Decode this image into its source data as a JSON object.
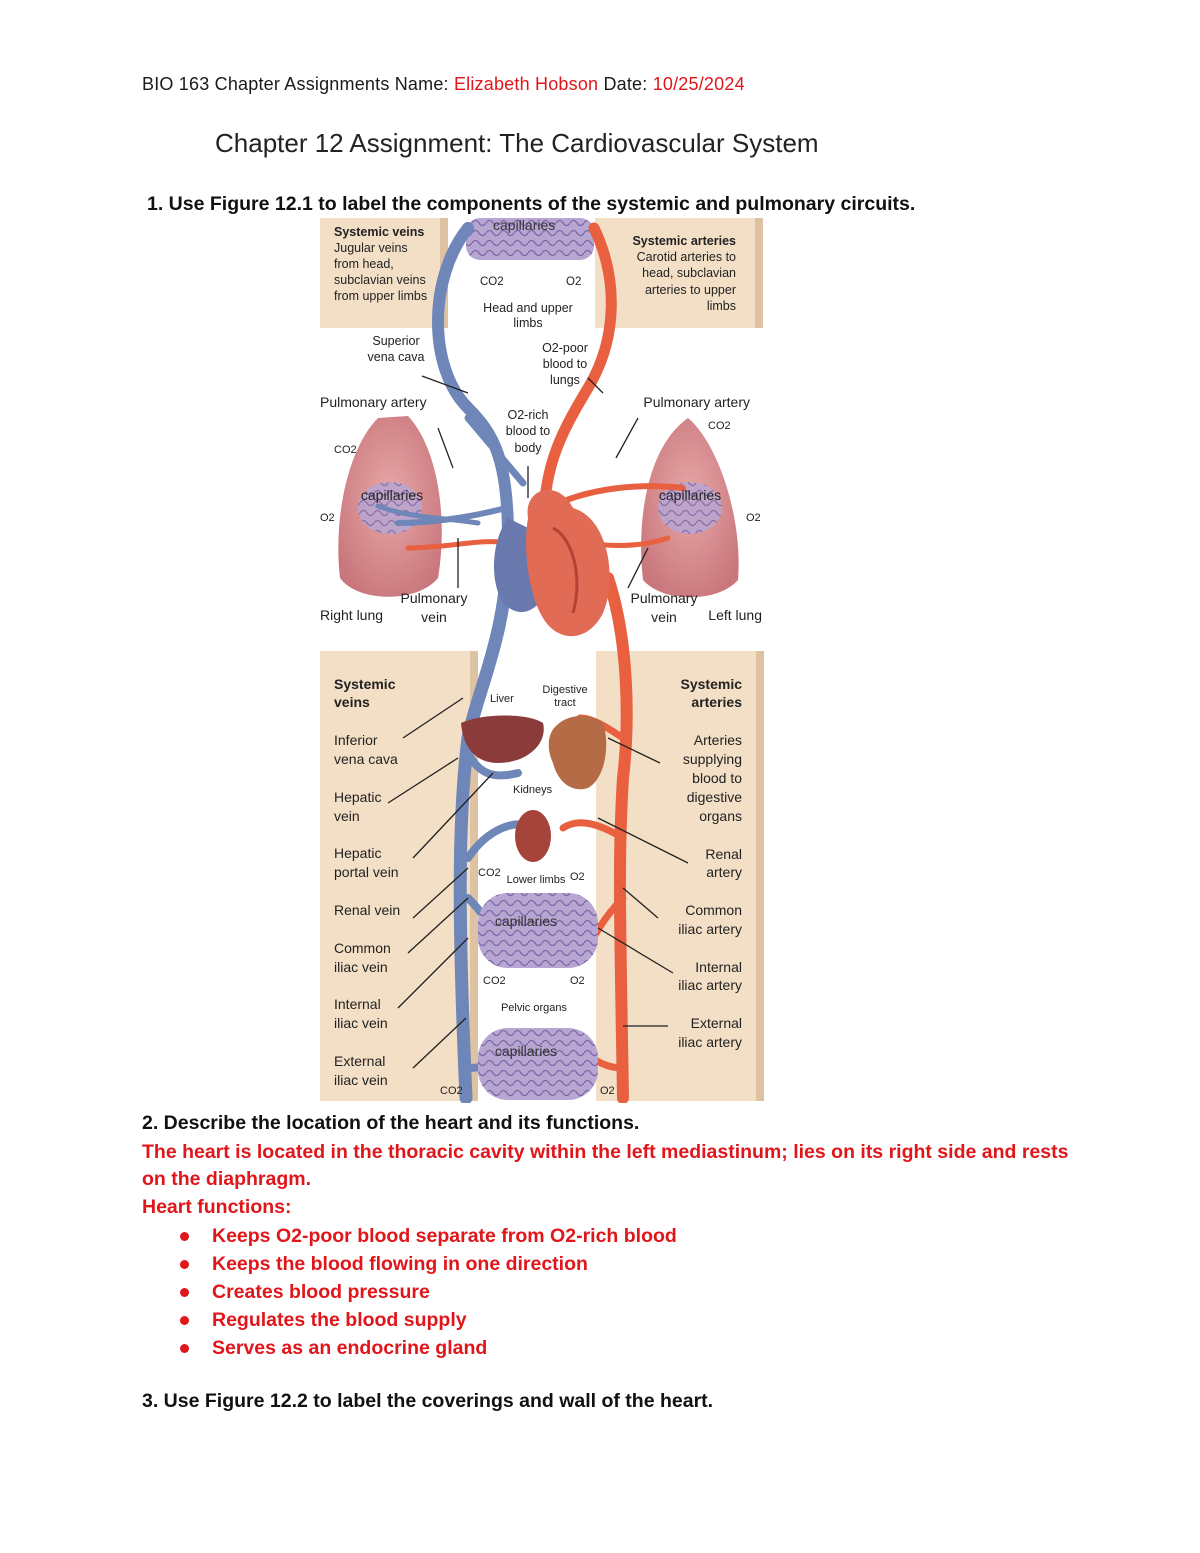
{
  "header": {
    "course": "BIO 163 Chapter Assignments Name: ",
    "name": "Elizabeth Hobson",
    "date_label": " Date: ",
    "date": "10/25/2024"
  },
  "title": "Chapter 12 Assignment: The Cardiovascular System",
  "q1": "1. Use Figure 12.1 to label the components of the systemic and pulmonary circuits.",
  "figure": {
    "top_capillaries": "capillaries",
    "tl_box_head": "Systemic veins",
    "tl_box_l1": "Jugular veins",
    "tl_box_l2": "from head,",
    "tl_box_l3": "subclavian veins",
    "tl_box_l4": "from upper limbs",
    "tr_box_head": "Systemic arteries",
    "tr_box_l1": "Carotid arteries to",
    "tr_box_l2": "head, subclavian",
    "tr_box_l3": "arteries to upper",
    "tr_box_l4": "limbs",
    "co2": "CO2",
    "o2": "O2",
    "head_upper_1": "Head and upper",
    "head_upper_2": "limbs",
    "svc_1": "Superior",
    "svc_2": "vena cava",
    "o2poor_1": "O2-poor",
    "o2poor_2": "blood to",
    "o2poor_3": "lungs",
    "pulm_artery": "Pulmonary artery",
    "o2rich_1": "O2-rich",
    "o2rich_2": "blood to",
    "o2rich_3": "body",
    "lung_capillaries": "capillaries",
    "right_lung": "Right lung",
    "left_lung": "Left lung",
    "pulm_vein_1": "Pulmonary",
    "pulm_vein_2": "vein",
    "sys_veins_1": "Systemic",
    "sys_veins_2": "veins",
    "sys_arteries_1": "Systemic",
    "sys_arteries_2": "arteries",
    "liver": "Liver",
    "digestive_1": "Digestive",
    "digestive_2": "tract",
    "kidneys": "Kidneys",
    "lower_limbs": "Lower limbs",
    "pelvic": "Pelvic organs",
    "capillaries": "capillaries",
    "ivc_1": "Inferior",
    "ivc_2": "vena cava",
    "hep_1": "Hepatic",
    "hep_2": "vein",
    "hpv_1": "Hepatic",
    "hpv_2": "portal vein",
    "renal_vein": "Renal vein",
    "civ_1": "Common",
    "civ_2": "iliac vein",
    "iiv_1": "Internal",
    "iiv_2": "iliac vein",
    "eiv_1": "External",
    "eiv_2": "iliac vein",
    "dig_art_1": "Arteries",
    "dig_art_2": "supplying",
    "dig_art_3": "blood to",
    "dig_art_4": "digestive",
    "dig_art_5": "organs",
    "renal_art_1": "Renal",
    "renal_art_2": "artery",
    "cia_1": "Common",
    "cia_2": "iliac artery",
    "iia_1": "Internal",
    "iia_2": "iliac artery",
    "eia_1": "External",
    "eia_2": "iliac artery"
  },
  "q2": "2. Describe the location of the heart and its functions.",
  "answer_location": "The heart is located in the thoracic cavity within the left mediastinum; lies on its right side and rests on the diaphragm.",
  "heart_functions_label": "Heart functions:",
  "functions": [
    "Keeps O2-poor blood separate from O2-rich blood",
    "Keeps the blood flowing in one direction",
    "Creates blood pressure",
    "Regulates the blood supply",
    "Serves as an endocrine gland"
  ],
  "q3": "3. Use Figure 12.2 to label the coverings and wall of the heart.",
  "colors": {
    "answer_red": "#e0161b",
    "vein_blue": "#6f86b8",
    "artery_red": "#e8603f",
    "box_tan": "#f3dfc6"
  }
}
